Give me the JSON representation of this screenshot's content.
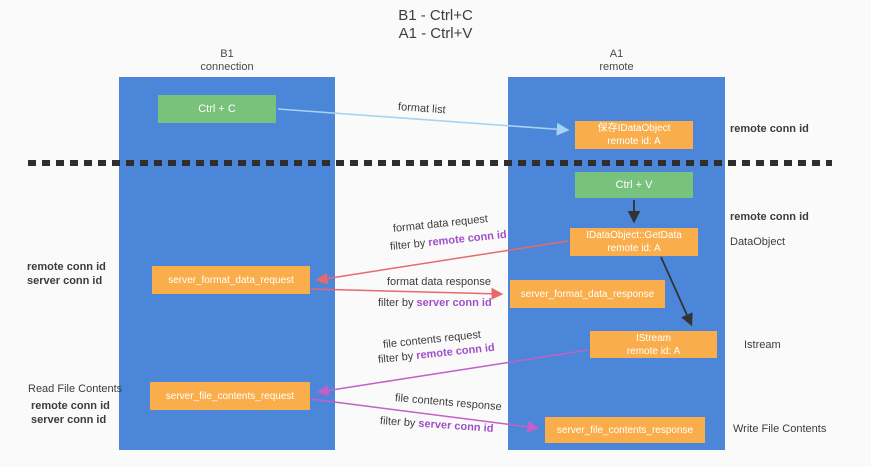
{
  "title": {
    "line1": "B1 - Ctrl+C",
    "line2": "A1 - Ctrl+V"
  },
  "lanes": {
    "left": {
      "name": "B1",
      "subtitle": "connection"
    },
    "right": {
      "name": "A1",
      "subtitle": "remote"
    }
  },
  "nodes": {
    "ctrl_c": {
      "label": "Ctrl + C"
    },
    "save_idataobject": {
      "line1": "保存IDataObject",
      "line2": "remote id: A"
    },
    "ctrl_v": {
      "label": "Ctrl + V"
    },
    "getdata": {
      "line1": "IDataObject::GetData",
      "line2": "remote id: A"
    },
    "server_format_data_request": {
      "label": "server_format_data_request"
    },
    "server_format_data_response": {
      "label": "server_format_data_response"
    },
    "istream": {
      "line1": "IStream",
      "line2": "remote id: A"
    },
    "server_file_contents_request": {
      "label": "server_file_contents_request"
    },
    "server_file_contents_response": {
      "label": "server_file_contents_response"
    }
  },
  "arrow_labels": {
    "format_list": "format list",
    "format_data_request": "format data request",
    "format_data_response": "format data response",
    "file_contents_request": "file contents request",
    "file_contents_response": "file contents response",
    "filter_by": "filter by",
    "remote_conn_id": "remote conn id",
    "server_conn_id": "server conn id"
  },
  "side_labels": {
    "remote_conn_id": "remote conn id",
    "server_conn_id": "server conn id",
    "dataobject": "DataObject",
    "istream": "Istream",
    "read_file_contents": "Read File Contents",
    "write_file_contents": "Write File Contents"
  },
  "colors": {
    "lane_blue": "#4c86d9",
    "node_green": "#79c27c",
    "node_orange": "#f9ae4b",
    "arrow_red": "#e6696c",
    "arrow_magenta": "#c55fc8",
    "arrow_lightblue": "#a6d3f2",
    "arrow_black": "#333333",
    "text_purple": "#a24fc8",
    "text_green": "#55b357",
    "separator_black": "#2e2e2e"
  }
}
